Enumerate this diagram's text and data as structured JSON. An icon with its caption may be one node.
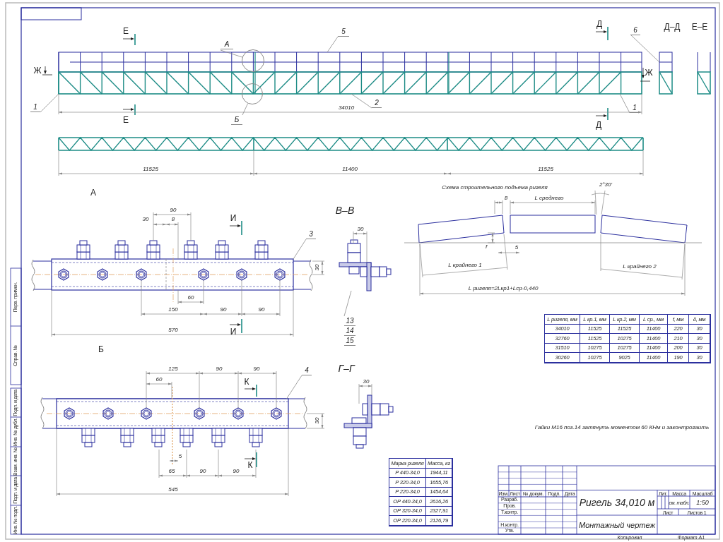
{
  "diagram": {
    "nodes": [
      {
        "text": [
          "5"
        ]
      },
      {
        "text": [
          "6"
        ]
      },
      {
        "text": [
          "А"
        ]
      },
      {
        "text": [],
        "shape": "circle"
      },
      {
        "text": [],
        "shape": "circle"
      },
      {
        "text": [
          "1"
        ]
      },
      {
        "text": [
          "2"
        ]
      },
      {
        "text": [
          "1"
        ]
      },
      {
        "text": [
          "Б"
        ]
      },
      {
        "text": [
          "3"
        ]
      },
      {
        "text": [
          "4"
        ]
      },
      {
        "text": [
          "13",
          "14",
          "15"
        ]
      },
      {
        "text": [],
        "shape": "picture"
      },
      {
        "text": [],
        "shape": "box"
      },
      {
        "text": [],
        "shape": "box"
      },
      {
        "text": [],
        "shape": "box"
      },
      {
        "text": [],
        "shape": "picture"
      }
    ],
    "edges": [
      {
        "from": 0,
        "to": 12,
        "arrow": "none"
      },
      {
        "from": 1,
        "to": 13,
        "arrow": "none"
      },
      {
        "from": 2,
        "to": 3,
        "arrow": "none"
      },
      {
        "from": 5,
        "to": 12,
        "arrow": "none"
      },
      {
        "from": 6,
        "to": 12,
        "arrow": "none"
      },
      {
        "from": 7,
        "to": 12,
        "arrow": "none"
      },
      {
        "from": 8,
        "to": 4,
        "arrow": "none"
      },
      {
        "from": 9,
        "to": 14,
        "arrow": "none"
      },
      {
        "from": 10,
        "to": 15,
        "arrow": "none"
      },
      {
        "from": 11,
        "to": 16,
        "arrow": "none"
      }
    ],
    "labels": [
      "Е",
      "Д",
      "Д–Д",
      "Е–Е",
      "Ж",
      "Ж",
      "34010",
      "Е",
      "Д",
      "11525",
      "11400",
      "11525",
      "А",
      "Схема строительного подъема ригеля",
      "2°30'",
      "90",
      "В–В",
      "8",
      "L среднего",
      "30",
      "8",
      "И",
      "30",
      "30",
      "f",
      "5",
      "L крайнего 1",
      "L крайнего 2",
      "L ригеля=2Lкр1+Lср-0,440",
      "60",
      "150",
      "90",
      "90",
      "И",
      "570",
      "L ригеля, мм",
      "L кр.1, мм",
      "L кр.2, мм",
      "L ср., мм",
      "f, мм",
      "δ, мм",
      "34010",
      "11525",
      "11525",
      "11400",
      "220",
      "30",
      "32760",
      "11525",
      "10275",
      "11400",
      "210",
      "30",
      "31510",
      "10275",
      "10275",
      "11400",
      "200",
      "30",
      "30260",
      "10275",
      "9025",
      "11400",
      "190",
      "30",
      "Б",
      "Г–Г",
      "125",
      "90",
      "90",
      "К",
      "60",
      "30",
      "30",
      "Гайки М16 поз.14 затянуть моментом 60 КНм и законтрогаить",
      "5",
      "К",
      "65",
      "90",
      "90",
      "545",
      "Марка ригеля",
      "Масса, кг",
      "Р 440-34,0",
      "1944,11",
      "Р 320-34,0",
      "1655,76",
      "Р 220-34,0",
      "1454,64",
      "ОР 440-34,0",
      "2616,26",
      "ОР 320-34,0",
      "2327,91",
      "ОР 220-34,0",
      "2126,79",
      "Изм.",
      "Лист",
      "№ докум.",
      "Подп.",
      "Дата",
      "Разраб.",
      "Пров.",
      "Т.контр.",
      "Н.контр.",
      "Утв.",
      "Ригель 34,010 м",
      "Лит.",
      "Масса",
      "Масштаб",
      "см. табл.",
      "1:50",
      "Лист",
      "Листов 1",
      "Монтажный чертеж",
      "Копировал",
      "Формат A1",
      "Перв. примен.",
      "Справ. №",
      "Подп. и дата",
      "Инв. № дубл.",
      "Взам. инв. №",
      "Подп. и дата",
      "Инв. № подл."
    ]
  }
}
